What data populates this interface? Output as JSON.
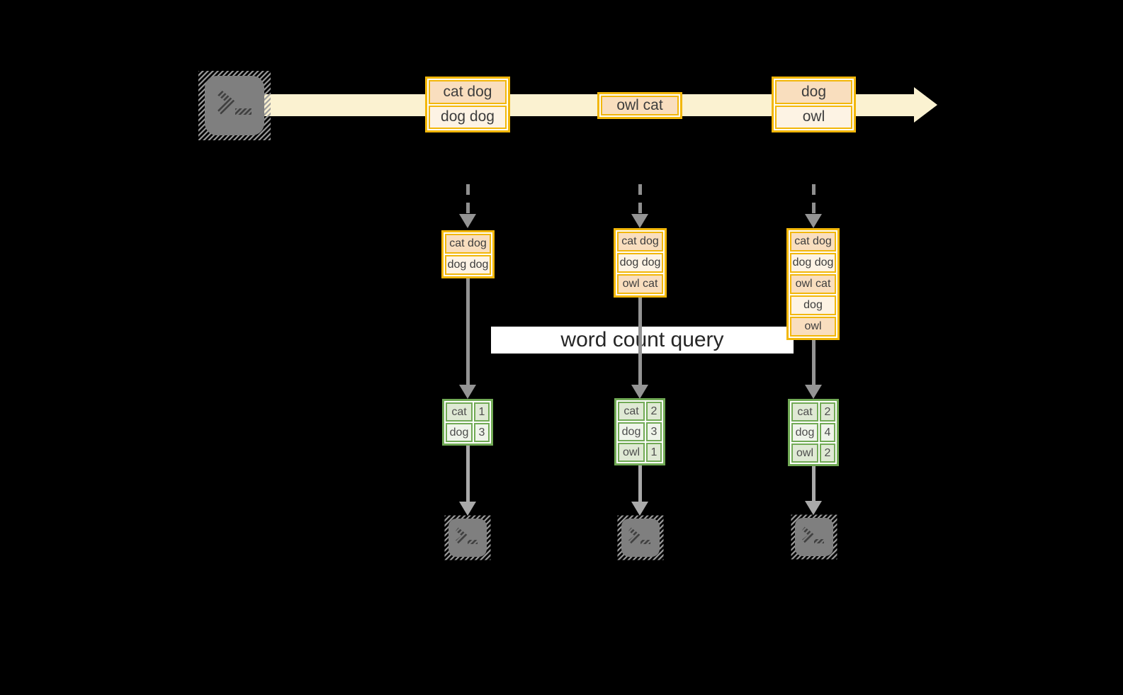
{
  "query_label": "word count query",
  "stream": {
    "boxes": [
      {
        "segments": [
          "cat dog",
          "dog dog"
        ]
      },
      {
        "segments": [
          "owl cat"
        ]
      },
      {
        "segments": [
          "dog",
          "owl"
        ]
      }
    ]
  },
  "columns": [
    {
      "stack": [
        "cat dog",
        "dog dog"
      ],
      "table": [
        {
          "word": "cat",
          "count": "1"
        },
        {
          "word": "dog",
          "count": "3"
        }
      ]
    },
    {
      "stack": [
        "cat dog",
        "dog dog",
        "owl cat"
      ],
      "table": [
        {
          "word": "cat",
          "count": "2"
        },
        {
          "word": "dog",
          "count": "3"
        },
        {
          "word": "owl",
          "count": "1"
        }
      ]
    },
    {
      "stack": [
        "cat dog",
        "dog dog",
        "owl cat",
        "dog",
        "owl"
      ],
      "table": [
        {
          "word": "cat",
          "count": "2"
        },
        {
          "word": "dog",
          "count": "4"
        },
        {
          "word": "owl",
          "count": "2"
        }
      ]
    }
  ],
  "icons": {
    "terminal": "terminal-prompt >_"
  },
  "colors": {
    "background": "#000000",
    "stream_band": "#fbf2d1",
    "record_border": "#f2b70a",
    "record_fill_dark": "#f9debe",
    "record_fill_light": "#fdf3e4",
    "table_border": "#71aa55",
    "table_fill_dark": "#dfe9d4",
    "table_fill_light": "#eff4ea",
    "arrow_gray": "#949494",
    "query_band": "#ffffff",
    "text": "#3d3d3d"
  }
}
